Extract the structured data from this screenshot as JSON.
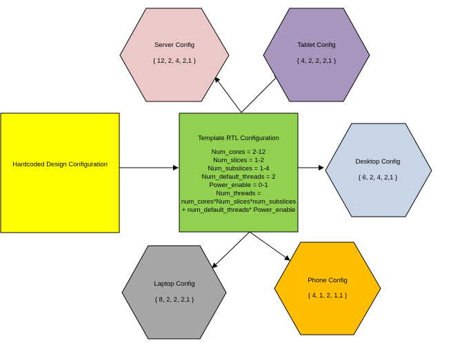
{
  "hardcoded": {
    "label": "Hardcoded Design Configuration"
  },
  "template": {
    "title": "Template RTL Configuration",
    "lines": [
      "Num_cores = 2-12",
      "Num_slices = 1-2",
      "Num_subslices = 1-4",
      "Num_default_threads = 2",
      "Power_enable = 0-1",
      "Num_threads =",
      "num_cores*Num_slices*num_subslices",
      "+ num_default_threads* Power_enable"
    ]
  },
  "configs": {
    "server": {
      "name": "Server Config",
      "values": "{ 12, 2, 4, 2,1 }",
      "color": "#ecc9c9"
    },
    "tablet": {
      "name": "Tablet Config",
      "values": "{ 4, 2, 2, 2,1 }",
      "color": "#a896be"
    },
    "desktop": {
      "name": "Desktop Config",
      "values": "{ 6, 2, 4, 2,1 }",
      "color": "#c8d5e6"
    },
    "laptop": {
      "name": "Laptop Config",
      "values": "{ 8, 2, 2, 2,1 }",
      "color": "#a6a6a6"
    },
    "phone": {
      "name": "Phone Config",
      "values": "{ 4, 1, 2, 1,1 }",
      "color": "#ffbf00"
    }
  },
  "colors": {
    "hardcoded_fill": "#ffff00",
    "template_fill": "#92d050",
    "stroke": "#000000"
  }
}
